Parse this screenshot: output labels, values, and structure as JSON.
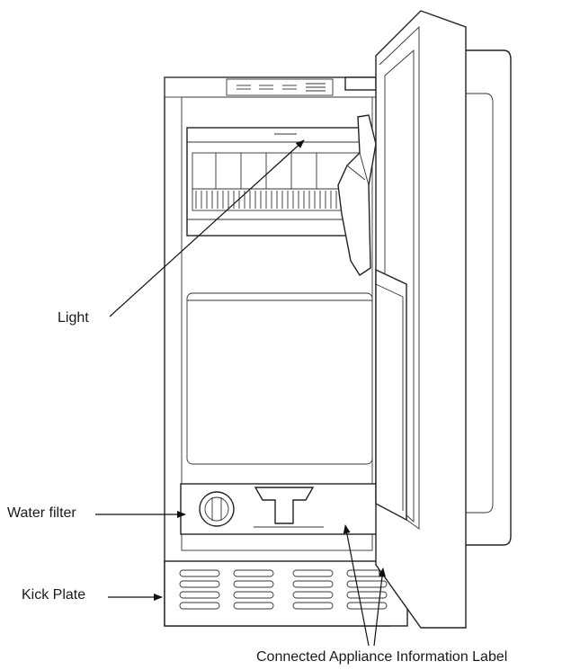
{
  "diagram": {
    "labels": {
      "light": "Light",
      "water_filter": "Water filter",
      "kick_plate": "Kick Plate",
      "info_label": "Connected Appliance Information Label"
    },
    "colors": {
      "line": "#222222",
      "background": "#ffffff"
    }
  }
}
